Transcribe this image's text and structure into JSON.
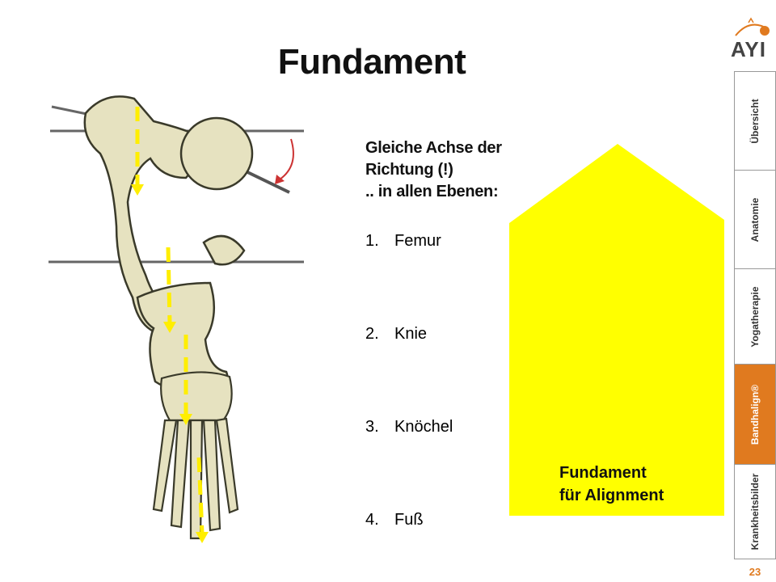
{
  "slide": {
    "title": "Fundament",
    "page_number": "23"
  },
  "logo": {
    "text": "AYI",
    "accent_color": "#e07a1f"
  },
  "content": {
    "heading_lines": [
      "Gleiche Achse der",
      "Richtung (!)",
      ".. in allen Ebenen:"
    ],
    "list": [
      {
        "num": "1.",
        "label": "Femur"
      },
      {
        "num": "2.",
        "label": "Knie"
      },
      {
        "num": "3.",
        "label": "Knöchel"
      },
      {
        "num": "4.",
        "label": "Fuß"
      }
    ]
  },
  "house": {
    "fill_color": "#ffff00",
    "label_lines": [
      "Fundament",
      "für Alignment"
    ]
  },
  "sidebar": {
    "active_color": "#e07a1f",
    "tabs": [
      {
        "label": "Übersicht",
        "active": false
      },
      {
        "label": "Anatomie",
        "active": false
      },
      {
        "label": "Yogatherapie",
        "active": false
      },
      {
        "label": "Bandhalign®",
        "active": true
      },
      {
        "label": "Krankheitsbilder",
        "active": false
      }
    ]
  },
  "illustration": {
    "icon": "leg-skeleton-illustration",
    "axis_color": "#ffee00",
    "rotation_arrow_color": "#cc3333"
  }
}
